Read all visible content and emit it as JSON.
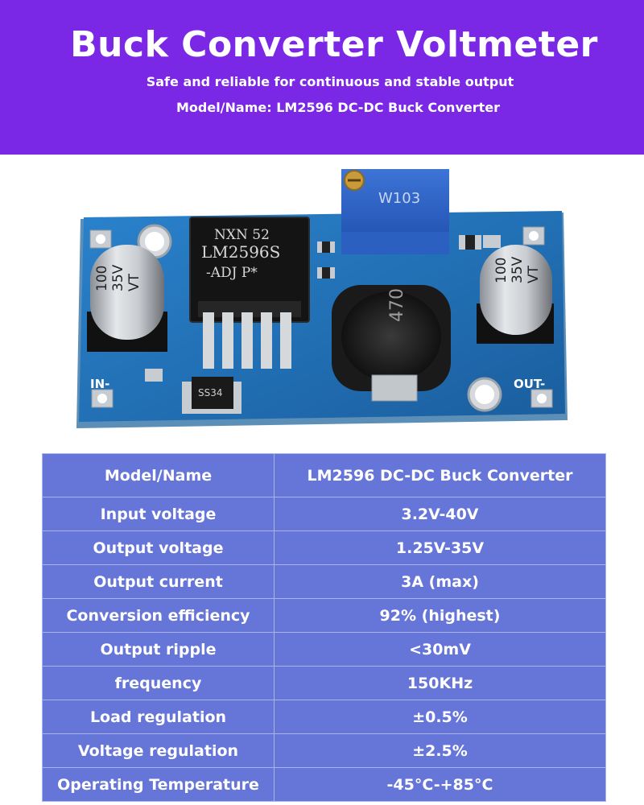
{
  "banner": {
    "title": "Buck Converter Voltmeter",
    "subtitle": "Safe and reliable for continuous and stable output",
    "model_line": "Model/Name: LM2596 DC-DC Buck Converter"
  },
  "board": {
    "chip_marking_line1": "NXN 52",
    "chip_marking_line2": "LM2596S",
    "chip_marking_line3": "-ADJ  P*",
    "pot_marking": "W103",
    "inductor_marking": "470",
    "diode_marking": "SS34",
    "cap_marking_line1": "100",
    "cap_marking_line2": "35V",
    "cap_marking_line3": "VT",
    "in_label": "IN-",
    "out_label": "OUT-"
  },
  "specs": [
    {
      "name": "Model/Name",
      "value": "LM2596 DC-DC Buck Converter"
    },
    {
      "name": "Input voltage",
      "value": "3.2V-40V"
    },
    {
      "name": "Output voltage",
      "value": "1.25V-35V"
    },
    {
      "name": "Output current",
      "value": "3A (max)"
    },
    {
      "name": "Conversion efficiency",
      "value": "92% (highest)"
    },
    {
      "name": "Output ripple",
      "value": "<30mV"
    },
    {
      "name": "frequency",
      "value": "150KHz"
    },
    {
      "name": "Load regulation",
      "value": "±0.5%"
    },
    {
      "name": "Voltage regulation",
      "value": "±2.5%"
    },
    {
      "name": "Operating Temperature",
      "value": "-45°C-+85°C"
    }
  ],
  "colors": {
    "banner": "#7a27e6",
    "table_cell": "#6675d8",
    "pcb": "#1f6fb8"
  }
}
